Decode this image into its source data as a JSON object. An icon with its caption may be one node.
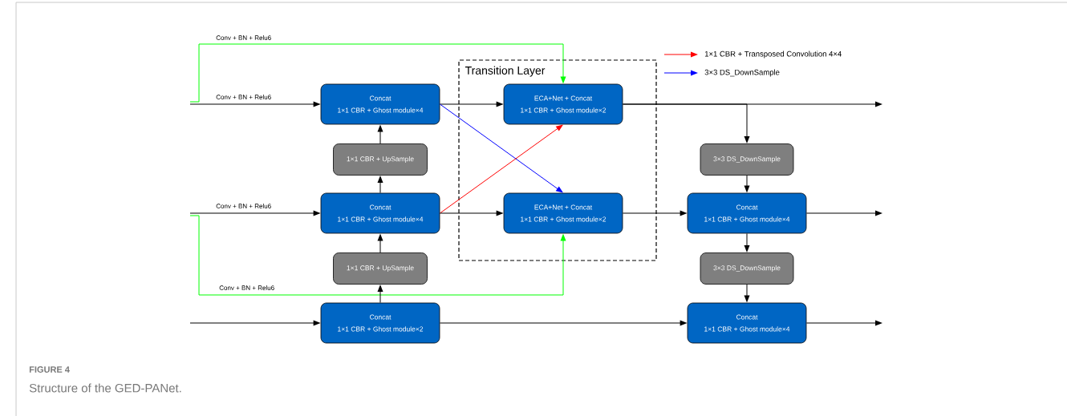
{
  "diagram": {
    "caption": "Structure of the GED-PANet.",
    "nodes": [
      {
        "text": [
          "Concat",
          "1×1 CBR + Ghost module×4"
        ]
      },
      {
        "text": [
          "Transition Layer"
        ]
      },
      {
        "text": [
          "ECA+Net + Concat",
          "1×1 CBR + Ghost module×2"
        ],
        "in": 1
      },
      {
        "text": [
          "ECA+Net + Concat",
          "1×1 CBR + Ghost module×2"
        ],
        "in": 1
      },
      {
        "text": [
          "1×1 CBR + UpSample"
        ]
      },
      {
        "text": [
          "Concat",
          "1×1 CBR + Ghost module×4"
        ]
      },
      {
        "text": [
          "3×3 DS_DownSample"
        ]
      },
      {
        "text": [
          "Concat",
          "1×1 CBR + Ghost module×4"
        ]
      },
      {
        "text": [
          "1×1 CBR + UpSample"
        ]
      },
      {
        "text": [
          "3×3 DS_DownSample"
        ]
      },
      {
        "text": [
          "Concat",
          "1×1 CBR + Ghost module×2"
        ]
      },
      {
        "text": [
          "Concat",
          "1×1 CBR + Ghost module×4"
        ]
      }
    ],
    "edges": [
      {
        "from": null,
        "to": 0,
        "arrow": "to",
        "label": "Conv + BN + Relu6"
      },
      {
        "from": null,
        "to": 2,
        "arrow": "to",
        "label": "Conv + BN + Relu6",
        "color": "#00ff00"
      },
      {
        "from": null,
        "to": 5,
        "arrow": "to",
        "label": "Conv + BN + Relu6"
      },
      {
        "from": null,
        "to": 3,
        "arrow": "to",
        "label": "Conv + BN + Relu6",
        "color": "#00ff00"
      },
      {
        "from": null,
        "to": 10,
        "arrow": "to"
      },
      {
        "from": 10,
        "to": 8,
        "arrow": "to"
      },
      {
        "from": 8,
        "to": 5,
        "arrow": "to"
      },
      {
        "from": 5,
        "to": 4,
        "arrow": "to"
      },
      {
        "from": 4,
        "to": 0,
        "arrow": "to"
      },
      {
        "from": 0,
        "to": 2,
        "arrow": "to"
      },
      {
        "from": 0,
        "to": 3,
        "arrow": "to",
        "color": "#0000ff"
      },
      {
        "from": 5,
        "to": 2,
        "arrow": "to",
        "color": "#ff0000"
      },
      {
        "from": 5,
        "to": 3,
        "arrow": "to"
      },
      {
        "from": 2,
        "to": null,
        "arrow": "to"
      },
      {
        "from": 2,
        "to": 6,
        "arrow": "to"
      },
      {
        "from": 6,
        "to": 7,
        "arrow": "to"
      },
      {
        "from": 3,
        "to": 7,
        "arrow": "to"
      },
      {
        "from": 7,
        "to": null,
        "arrow": "to"
      },
      {
        "from": 7,
        "to": 9,
        "arrow": "to"
      },
      {
        "from": 9,
        "to": 11,
        "arrow": "to"
      },
      {
        "from": 10,
        "to": 11,
        "arrow": "to"
      },
      {
        "from": 11,
        "to": null,
        "arrow": "to"
      }
    ],
    "labels": [
      "FIGURE 4"
    ],
    "legend": [
      {
        "text": "1×1 CBR + Transposed Convolution 4×4"
      },
      {
        "text": "3×3 DS_DownSample"
      }
    ]
  }
}
